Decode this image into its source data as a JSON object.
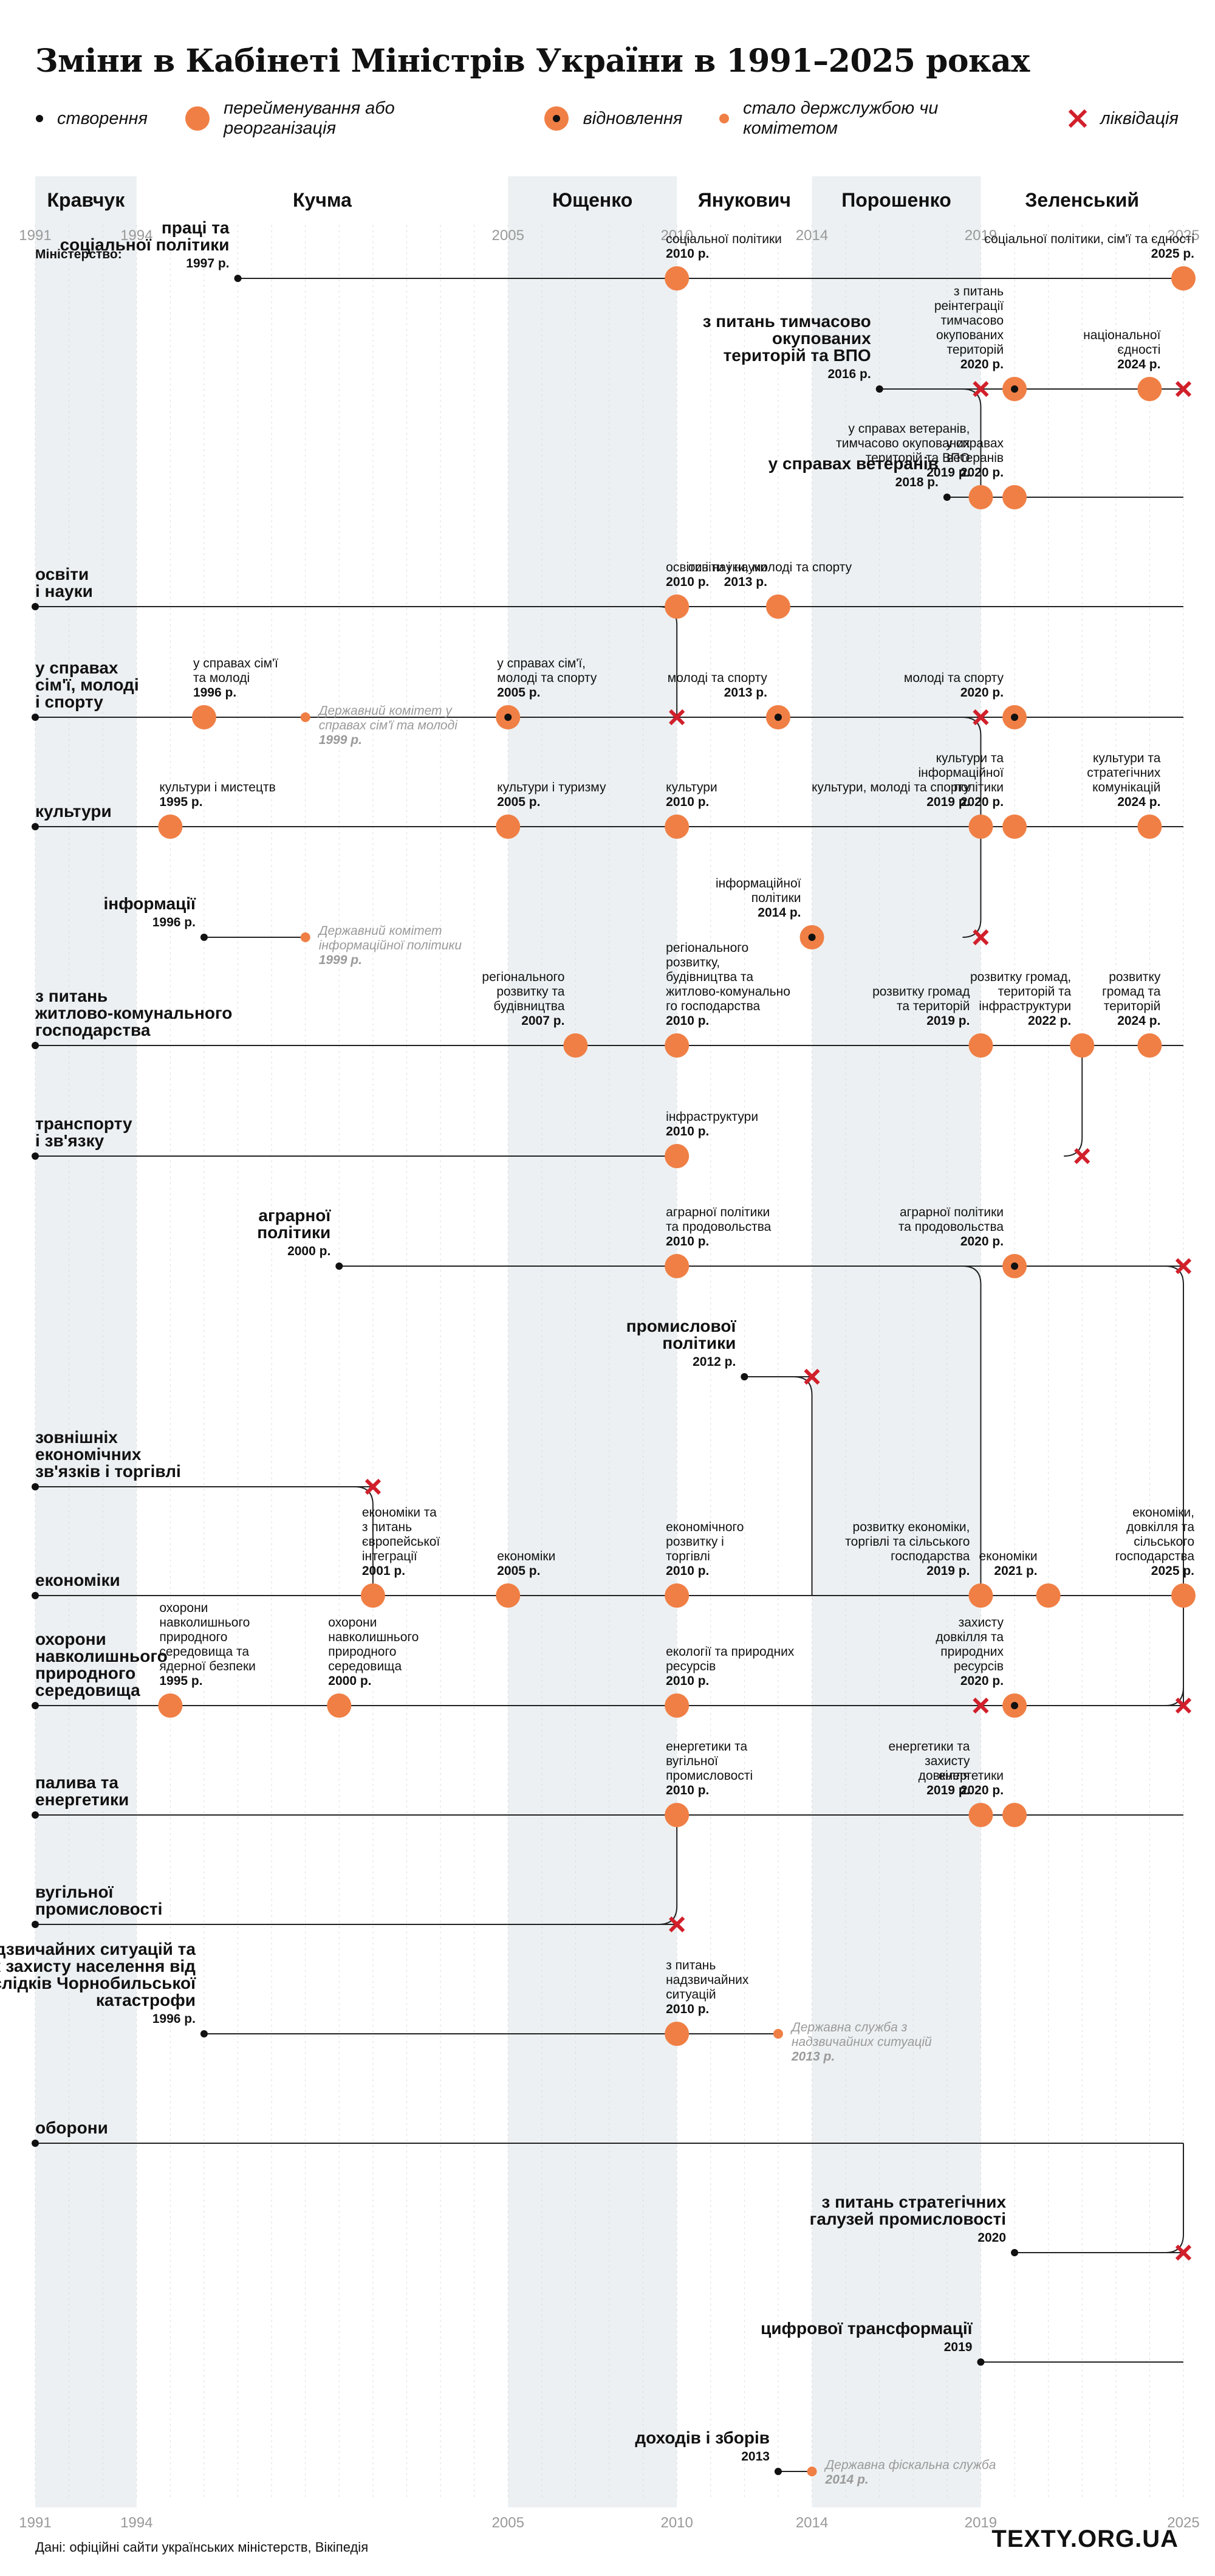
{
  "title": "Зміни в Кабінеті Міністрів України в 1991–2025 роках",
  "legend": [
    {
      "symbol": "creation",
      "label": "створення"
    },
    {
      "symbol": "rename",
      "label": "перейменування або реорганізація"
    },
    {
      "symbol": "restore",
      "label": "відновлення"
    },
    {
      "symbol": "service",
      "label": "стало держслужбою чи комітетом"
    },
    {
      "symbol": "liquidation",
      "label": "ліквідація"
    }
  ],
  "colors": {
    "event": "#f07f45",
    "liquidation": "#d1202b",
    "line": "#222222",
    "band": "#ecf0f2"
  },
  "source": "Дані: офіційні сайти українських міністерств, Вікіпедія",
  "brand": "TEXTY.ORG.UA",
  "chart_data": {
    "type": "timeline",
    "x_range": [
      1991,
      2025
    ],
    "axis_ticks": [
      "1991",
      "1994",
      "2005",
      "2010",
      "2014",
      "2019",
      "2025"
    ],
    "header_label": "Міністерство:",
    "presidents": [
      {
        "name": "Кравчук",
        "start": 1991,
        "end": 1994,
        "band": true
      },
      {
        "name": "Кучма",
        "start": 1994,
        "end": 2005,
        "band": false
      },
      {
        "name": "Ющенко",
        "start": 2005,
        "end": 2010,
        "band": true
      },
      {
        "name": "Янукович",
        "start": 2010,
        "end": 2014,
        "band": false
      },
      {
        "name": "Порошенко",
        "start": 2014,
        "end": 2019,
        "band": true
      },
      {
        "name": "Зеленський",
        "start": 2019,
        "end": 2025,
        "band": false
      }
    ],
    "rows": [
      {
        "id": "r1",
        "title": "праці та\nсоціальної політики",
        "since": "1997 р.",
        "start": 1997,
        "end": 2025
      },
      {
        "id": "r2",
        "title": "з питань тимчасово\nокупованих\nтериторій та ВПО",
        "since": "2016 р.",
        "start": 2016,
        "end": 2025
      },
      {
        "id": "r3",
        "title": "у справах ветеранів",
        "since": "2018 р.",
        "start": 2018,
        "end": 2025
      },
      {
        "id": "r4",
        "title": "освіти\nі науки",
        "since": "",
        "start": 1991,
        "end": 2025
      },
      {
        "id": "r5",
        "title": "у справах\nсім'ї, молоді\nі спорту",
        "since": "",
        "start": 1991,
        "end": 2025
      },
      {
        "id": "r6",
        "title": "культури",
        "since": "",
        "start": 1991,
        "end": 2025
      },
      {
        "id": "r7",
        "title": "інформації",
        "since": "1996 р.",
        "start": 1996,
        "end": 1999
      },
      {
        "id": "r8",
        "title": "з питань\nжитлово-комунального\nгосподарства",
        "since": "",
        "start": 1991,
        "end": 2025
      },
      {
        "id": "r9",
        "title": "транспорту\nі зв'язку",
        "since": "",
        "start": 1991,
        "end": 2010
      },
      {
        "id": "r10",
        "title": "аграрної\nполітики",
        "since": "2000 р.",
        "start": 2000,
        "end": 2025
      },
      {
        "id": "r11",
        "title": "промислової\nполітики",
        "since": "2012 р.",
        "start": 2012,
        "end": 2014
      },
      {
        "id": "r12",
        "title": "зовнішніх\nекономічних\nзв'язків і торгівлі",
        "since": "",
        "start": 1991,
        "end": 2001
      },
      {
        "id": "r13",
        "title": "економіки",
        "since": "",
        "start": 1991,
        "end": 2025
      },
      {
        "id": "r14",
        "title": "охорони\nнавколишнього\nприродного\nсередовища",
        "since": "",
        "start": 1991,
        "end": 2025
      },
      {
        "id": "r15",
        "title": "палива та\nенергетики",
        "since": "",
        "start": 1991,
        "end": 2025
      },
      {
        "id": "r16",
        "title": "вугільної\nпромисловості",
        "since": "",
        "start": 1991,
        "end": 2010
      },
      {
        "id": "r17",
        "title": "з питань надзвичайних ситуацій та\nу справах захисту населення від\nнаслідків Чорнобильської\nкатастрофи",
        "since": "1996 р.",
        "start": 1996,
        "end": 2013
      },
      {
        "id": "r18",
        "title": "оборони",
        "since": "",
        "start": 1991,
        "end": 2025
      },
      {
        "id": "r19",
        "title": "з питань стратегічних\nгалузей промисловості",
        "since": "2020",
        "start": 2020,
        "end": 2025
      },
      {
        "id": "r20",
        "title": "цифрової трансформації",
        "since": "2019",
        "start": 2019,
        "end": 2025
      },
      {
        "id": "r21",
        "title": "доходів і зборів",
        "since": "2013",
        "start": 2013,
        "end": 2014
      }
    ],
    "events": [
      {
        "row": "r1",
        "x": 2010,
        "kind": "rename",
        "text": "соціальної політики",
        "year": "2010 р."
      },
      {
        "row": "r1",
        "x": 2025,
        "kind": "rename",
        "text": "соціальної політики, сім'ї та єдності",
        "year": "2025 р."
      },
      {
        "row": "r2",
        "x": 2019,
        "kind": "liquidation"
      },
      {
        "row": "r2",
        "x": 2020,
        "kind": "restore",
        "text": "з питань\nреінтеграції\nтимчасово\nокупованих\nтериторій",
        "year": "2020 р."
      },
      {
        "row": "r2",
        "x": 2024,
        "kind": "rename",
        "text": "національної\nєдності",
        "year": "2024 р."
      },
      {
        "row": "r2",
        "x": 2025,
        "kind": "liquidation"
      },
      {
        "row": "r3",
        "x": 2019,
        "kind": "rename",
        "text": "у справах ветеранів,\nтимчасово окупованих\nтериторій та ВПО",
        "year": "2019 р."
      },
      {
        "row": "r3",
        "x": 2020,
        "kind": "rename",
        "text": "у справах\nветеранів",
        "year": "2020 р."
      },
      {
        "row": "r4",
        "x": 2010,
        "kind": "rename",
        "text": "освіти і науки, молоді та спорту",
        "year": "2010 р."
      },
      {
        "row": "r4",
        "x": 2013,
        "kind": "rename",
        "text": "освіти і науки",
        "year": "2013 р."
      },
      {
        "row": "r5",
        "x": 1996,
        "kind": "rename",
        "text": "у справах сім'ї\nта молоді",
        "year": "1996 р."
      },
      {
        "row": "r5",
        "x": 1999,
        "kind": "service",
        "text": "Державний комітет у\nсправах сім'ї та молоді",
        "year": "1999 р."
      },
      {
        "row": "r5",
        "x": 2005,
        "kind": "restore",
        "text": "у справах сім'ї,\nмолоді та спорту",
        "year": "2005 р."
      },
      {
        "row": "r5",
        "x": 2010,
        "kind": "liquidation"
      },
      {
        "row": "r5",
        "x": 2013,
        "kind": "restore",
        "text": "молоді та спорту",
        "year": "2013 р."
      },
      {
        "row": "r5",
        "x": 2019,
        "kind": "liquidation"
      },
      {
        "row": "r5",
        "x": 2020,
        "kind": "restore",
        "text": "молоді та спорту",
        "year": "2020 р."
      },
      {
        "row": "r6",
        "x": 1995,
        "kind": "rename",
        "text": "культури і мистецтв",
        "year": "1995 р."
      },
      {
        "row": "r6",
        "x": 2005,
        "kind": "rename",
        "text": "культури і туризму",
        "year": "2005 р."
      },
      {
        "row": "r6",
        "x": 2010,
        "kind": "rename",
        "text": "культури",
        "year": "2010 р."
      },
      {
        "row": "r6",
        "x": 2019,
        "kind": "rename",
        "text": "культури, молоді та спорту",
        "year": "2019 р."
      },
      {
        "row": "r6",
        "x": 2020,
        "kind": "rename",
        "text": "культури та\nінформаційної\nполітики",
        "year": "2020 р."
      },
      {
        "row": "r6",
        "x": 2024,
        "kind": "rename",
        "text": "культури та\nстратегічних\nкомунікацій",
        "year": "2024 р."
      },
      {
        "row": "r7",
        "x": 1999,
        "kind": "service",
        "text": "Державний комітет\nінформаційної політики",
        "year": "1999 р."
      },
      {
        "row": "r7",
        "x": 2014,
        "kind": "restore",
        "text": "інформаційної\nполітики",
        "year": "2014 р."
      },
      {
        "row": "r7",
        "x": 2019,
        "kind": "liquidation"
      },
      {
        "row": "r8",
        "x": 2007,
        "kind": "rename",
        "text": "регіонального\nрозвитку та\nбудівництва",
        "year": "2007 р."
      },
      {
        "row": "r8",
        "x": 2010,
        "kind": "rename",
        "text": "регіонального\nрозвитку,\nбудівництва та\nжитлово-комунально\nго господарства",
        "year": "2010 р."
      },
      {
        "row": "r8",
        "x": 2019,
        "kind": "rename",
        "text": "розвитку громад\nта територій",
        "year": "2019 р."
      },
      {
        "row": "r8",
        "x": 2022,
        "kind": "rename",
        "text": "розвитку громад,\nтериторій та\nінфраструктури",
        "year": "2022 р."
      },
      {
        "row": "r8",
        "x": 2024,
        "kind": "rename",
        "text": "розвитку\nгромад та\nтериторій",
        "year": "2024 р."
      },
      {
        "row": "r9",
        "x": 2010,
        "kind": "rename",
        "text": "інфраструктури",
        "year": "2010 р."
      },
      {
        "row": "r9",
        "x": 2022,
        "kind": "liquidation"
      },
      {
        "row": "r10",
        "x": 2010,
        "kind": "rename",
        "text": "аграрної політики\nта продовольства",
        "year": "2010 р."
      },
      {
        "row": "r10",
        "x": 2020,
        "kind": "restore",
        "text": "аграрної політики\nта продовольства",
        "year": "2020 р."
      },
      {
        "row": "r10",
        "x": 2025,
        "kind": "liquidation"
      },
      {
        "row": "r11",
        "x": 2014,
        "kind": "liquidation"
      },
      {
        "row": "r12",
        "x": 2001,
        "kind": "liquidation"
      },
      {
        "row": "r13",
        "x": 2001,
        "kind": "rename",
        "text": "економіки та\nз питань\nєвропейської\nінтеграції",
        "year": "2001 р."
      },
      {
        "row": "r13",
        "x": 2005,
        "kind": "rename",
        "text": "економіки",
        "year": "2005 р."
      },
      {
        "row": "r13",
        "x": 2010,
        "kind": "rename",
        "text": "економічного\nрозвитку і\nторгівлі",
        "year": "2010 р."
      },
      {
        "row": "r13",
        "x": 2019,
        "kind": "rename",
        "text": "розвитку економіки,\nторгівлі та сільського\nгосподарства",
        "year": "2019 р."
      },
      {
        "row": "r13",
        "x": 2021,
        "kind": "rename",
        "text": "економіки",
        "year": "2021 р."
      },
      {
        "row": "r13",
        "x": 2025,
        "kind": "rename",
        "text": "економіки,\nдовкілля та\nсільського\nгосподарства",
        "year": "2025 р."
      },
      {
        "row": "r14",
        "x": 1995,
        "kind": "rename",
        "text": "охорони\nнавколишнього\nприродного\nсередовища та\nядерної безпеки",
        "year": "1995 р."
      },
      {
        "row": "r14",
        "x": 2000,
        "kind": "rename",
        "text": "охорони\nнавколишнього\nприродного\nсередовища",
        "year": "2000 р."
      },
      {
        "row": "r14",
        "x": 2010,
        "kind": "rename",
        "text": "екології та природних\nресурсів",
        "year": "2010 р."
      },
      {
        "row": "r14",
        "x": 2019,
        "kind": "liquidation"
      },
      {
        "row": "r14",
        "x": 2020,
        "kind": "restore",
        "text": "захисту\nдовкілля та\nприродних\nресурсів",
        "year": "2020 р."
      },
      {
        "row": "r14",
        "x": 2025,
        "kind": "liquidation"
      },
      {
        "row": "r15",
        "x": 2010,
        "kind": "rename",
        "text": "енергетики та\nвугільної\nпромисловості",
        "year": "2010 р."
      },
      {
        "row": "r15",
        "x": 2019,
        "kind": "rename",
        "text": "енергетики та\nзахисту\nдовкілля",
        "year": "2019 р."
      },
      {
        "row": "r15",
        "x": 2020,
        "kind": "rename",
        "text": "енергетики",
        "year": "2020 р."
      },
      {
        "row": "r16",
        "x": 2010,
        "kind": "liquidation"
      },
      {
        "row": "r17",
        "x": 2010,
        "kind": "rename",
        "text": "з питань\nнадзвичайних\nситуацій",
        "year": "2010 р."
      },
      {
        "row": "r17",
        "x": 2013,
        "kind": "service",
        "text": "Державна служба з\nнадзвичайних ситуацій",
        "year": "2013 р."
      },
      {
        "row": "r19",
        "x": 2025,
        "kind": "liquidation"
      },
      {
        "row": "r21",
        "x": 2014,
        "kind": "service",
        "text": "Державна фіскальна служба",
        "year": "2014 р."
      }
    ]
  }
}
